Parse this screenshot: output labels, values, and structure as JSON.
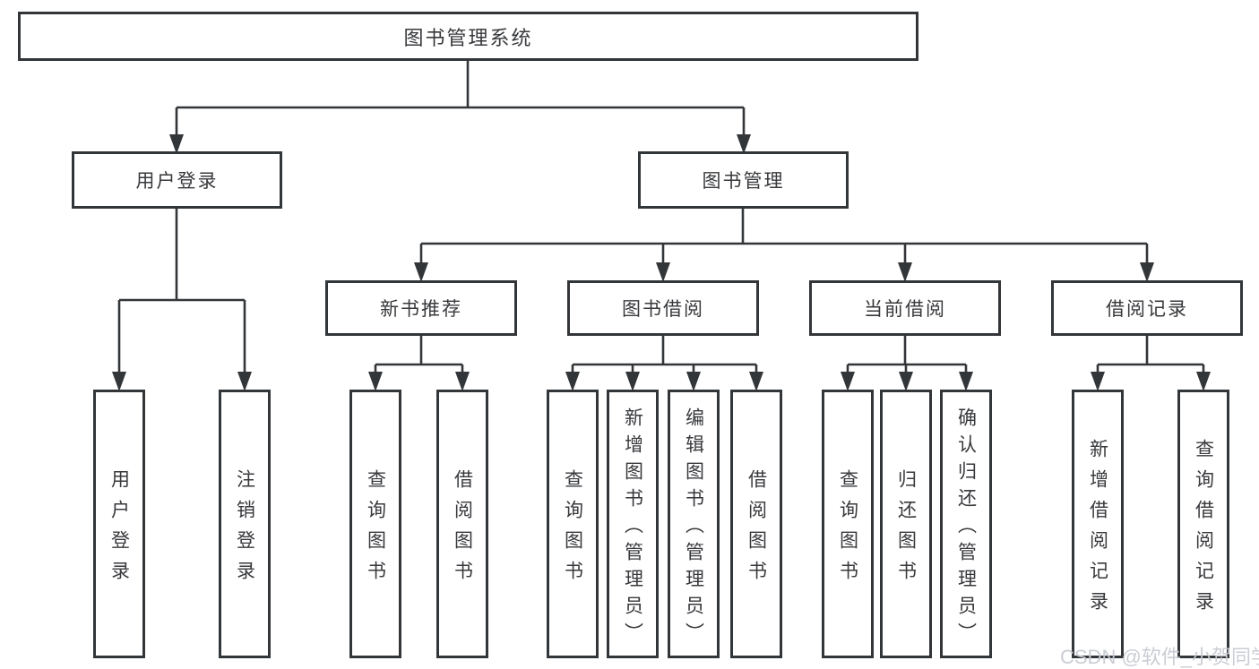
{
  "tree": {
    "root": {
      "label": "图书管理系统"
    },
    "branches": [
      {
        "label": "用户登录",
        "children": [
          {
            "label": "用户登录"
          },
          {
            "label": "注销登录"
          }
        ]
      },
      {
        "label": "图书管理",
        "groups": [
          {
            "label": "新书推荐",
            "children": [
              {
                "label": "查询图书"
              },
              {
                "label": "借阅图书"
              }
            ]
          },
          {
            "label": "图书借阅",
            "children": [
              {
                "label": "查询图书"
              },
              {
                "label": "新增图书（管理员）"
              },
              {
                "label": "编辑图书（管理员）"
              },
              {
                "label": "借阅图书"
              }
            ]
          },
          {
            "label": "当前借阅",
            "children": [
              {
                "label": "查询图书"
              },
              {
                "label": "归还图书"
              },
              {
                "label": "确认归还（管理员）"
              }
            ]
          },
          {
            "label": "借阅记录",
            "children": [
              {
                "label": "新增借阅记录"
              },
              {
                "label": "查询借阅记录"
              }
            ]
          }
        ]
      }
    ]
  },
  "watermark": "CSDN @软件_小贺同学",
  "colors": {
    "line": "#333639",
    "text": "#38393c",
    "background": "#ffffff",
    "watermark": "#c7cad1"
  }
}
